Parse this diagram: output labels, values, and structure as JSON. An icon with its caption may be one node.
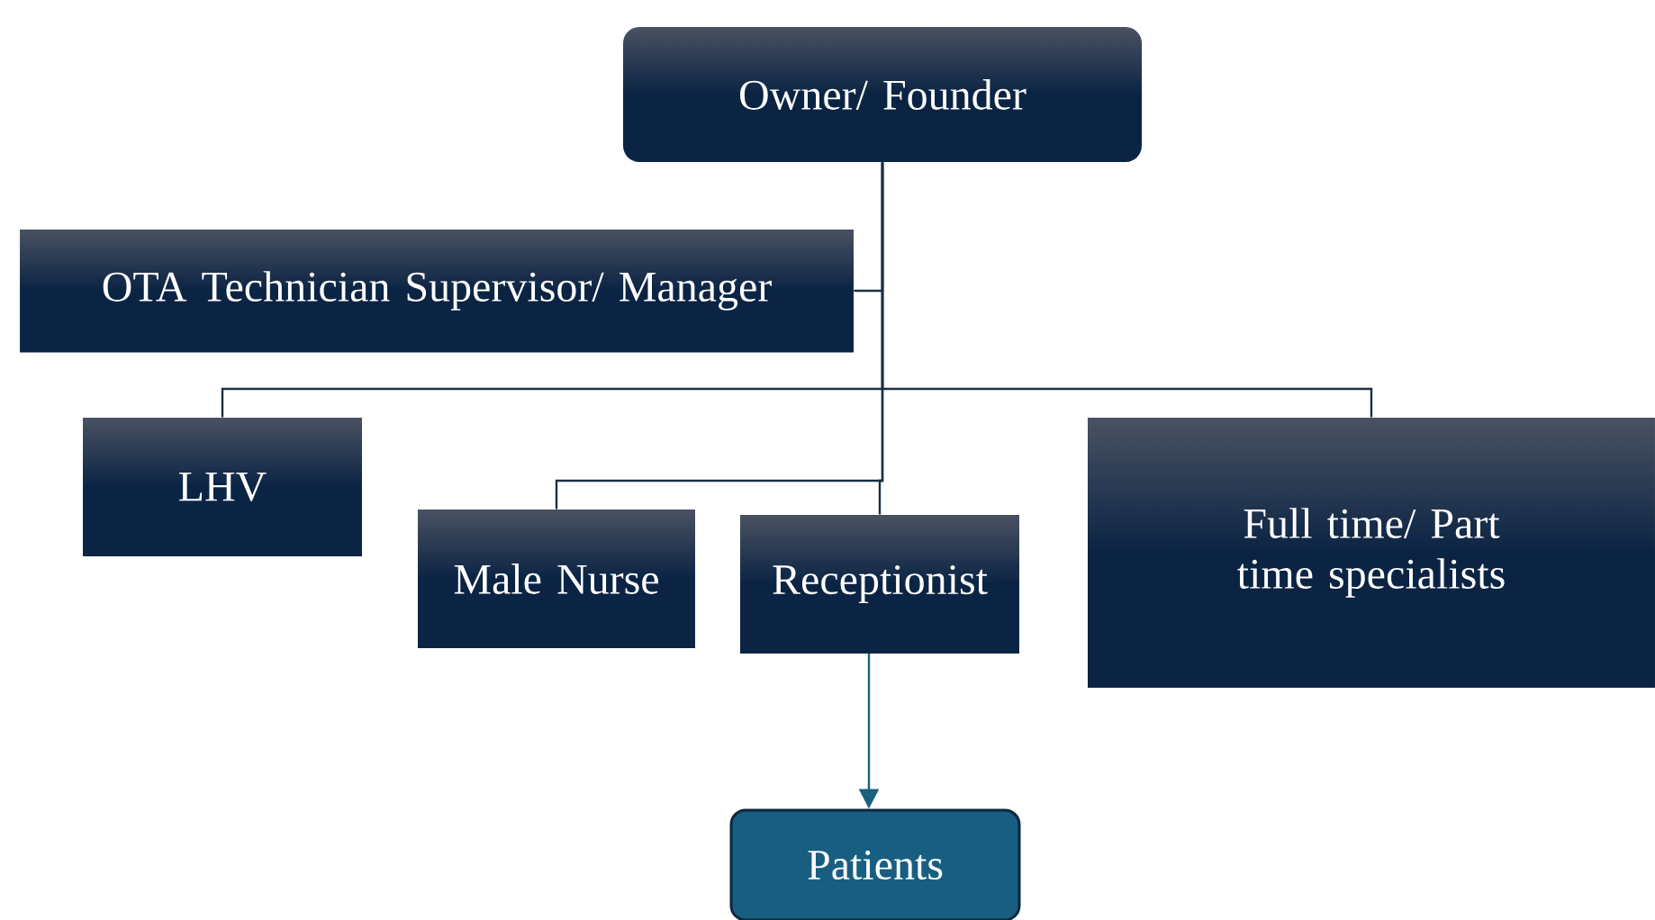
{
  "diagram": {
    "nodes": [
      {
        "text": [
          "Owner/ Founder"
        ]
      },
      {
        "text": [
          "OTA Technician Supervisor/ Manager"
        ]
      },
      {
        "text": [
          "LHV"
        ]
      },
      {
        "text": [
          "Male Nurse"
        ]
      },
      {
        "text": [
          "Receptionist"
        ]
      },
      {
        "text": [
          "Full time/ Part time specialists"
        ]
      },
      {
        "text": [
          "Patients"
        ]
      }
    ],
    "edges": [
      {
        "from": 0,
        "to": 1,
        "arrow": "none"
      },
      {
        "from": 0,
        "to": 2,
        "arrow": "none"
      },
      {
        "from": 0,
        "to": 3,
        "arrow": "none"
      },
      {
        "from": 0,
        "to": 4,
        "arrow": "none"
      },
      {
        "from": 0,
        "to": 5,
        "arrow": "none"
      },
      {
        "from": 4,
        "to": 6,
        "arrow": "to",
        "color": "#1a6080"
      }
    ]
  }
}
